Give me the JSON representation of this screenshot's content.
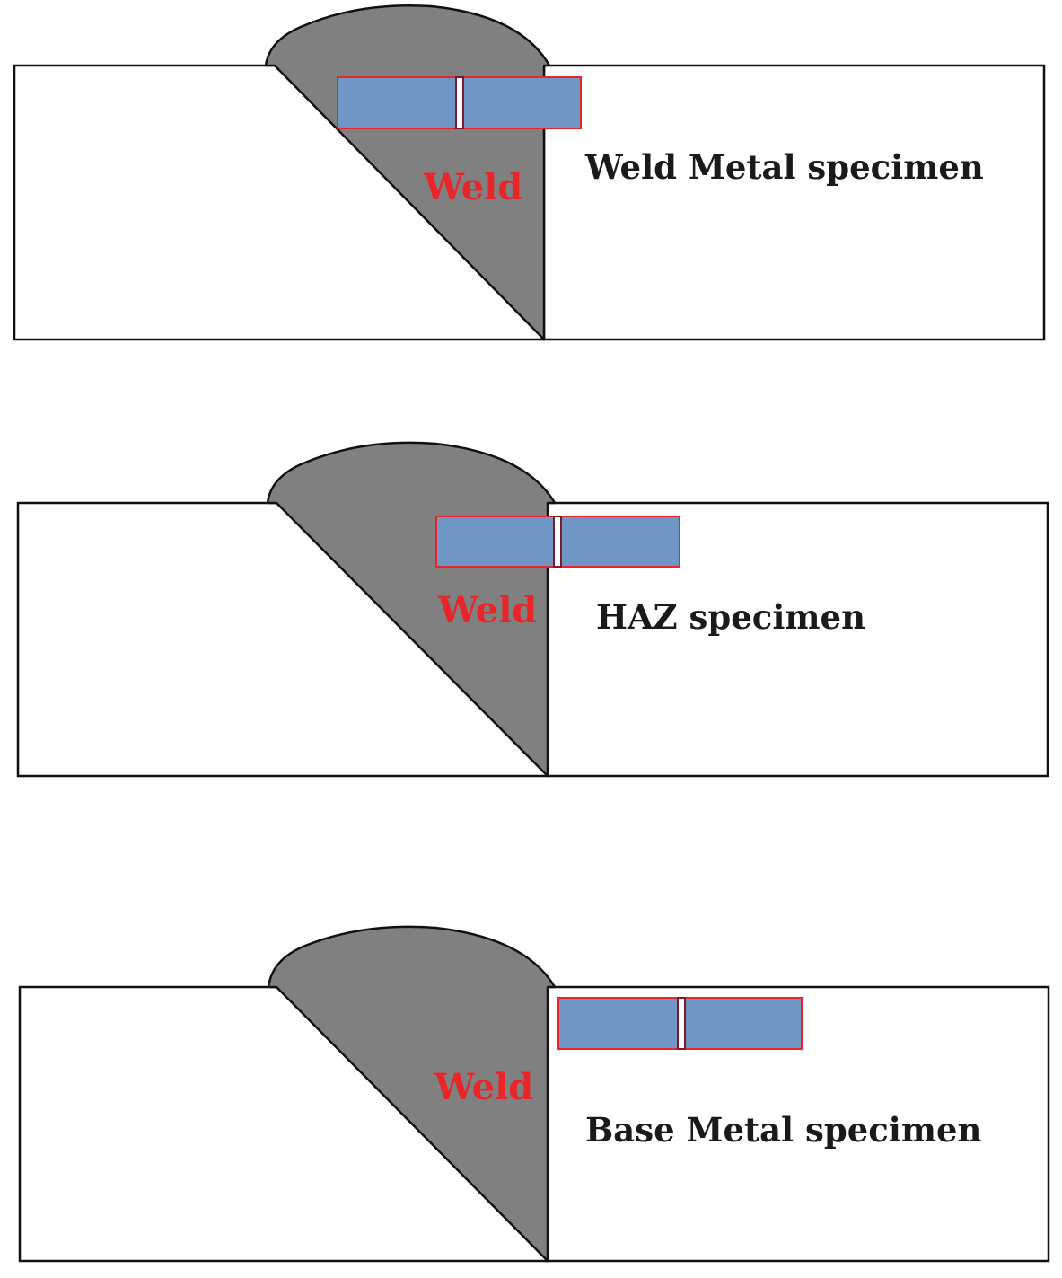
{
  "colors": {
    "weld_fill": "#808080",
    "specimen_fill": "#7096c6",
    "specimen_border": "#e8262a",
    "notch": "#7a1a2a",
    "weld_text": "#e8262a",
    "outline": "#111111"
  },
  "panels": [
    {
      "weld_label": "Weld",
      "specimen_label": "Weld Metal specimen"
    },
    {
      "weld_label": "Weld",
      "specimen_label": "HAZ specimen"
    },
    {
      "weld_label": "Weld",
      "specimen_label": "Base Metal specimen"
    }
  ]
}
